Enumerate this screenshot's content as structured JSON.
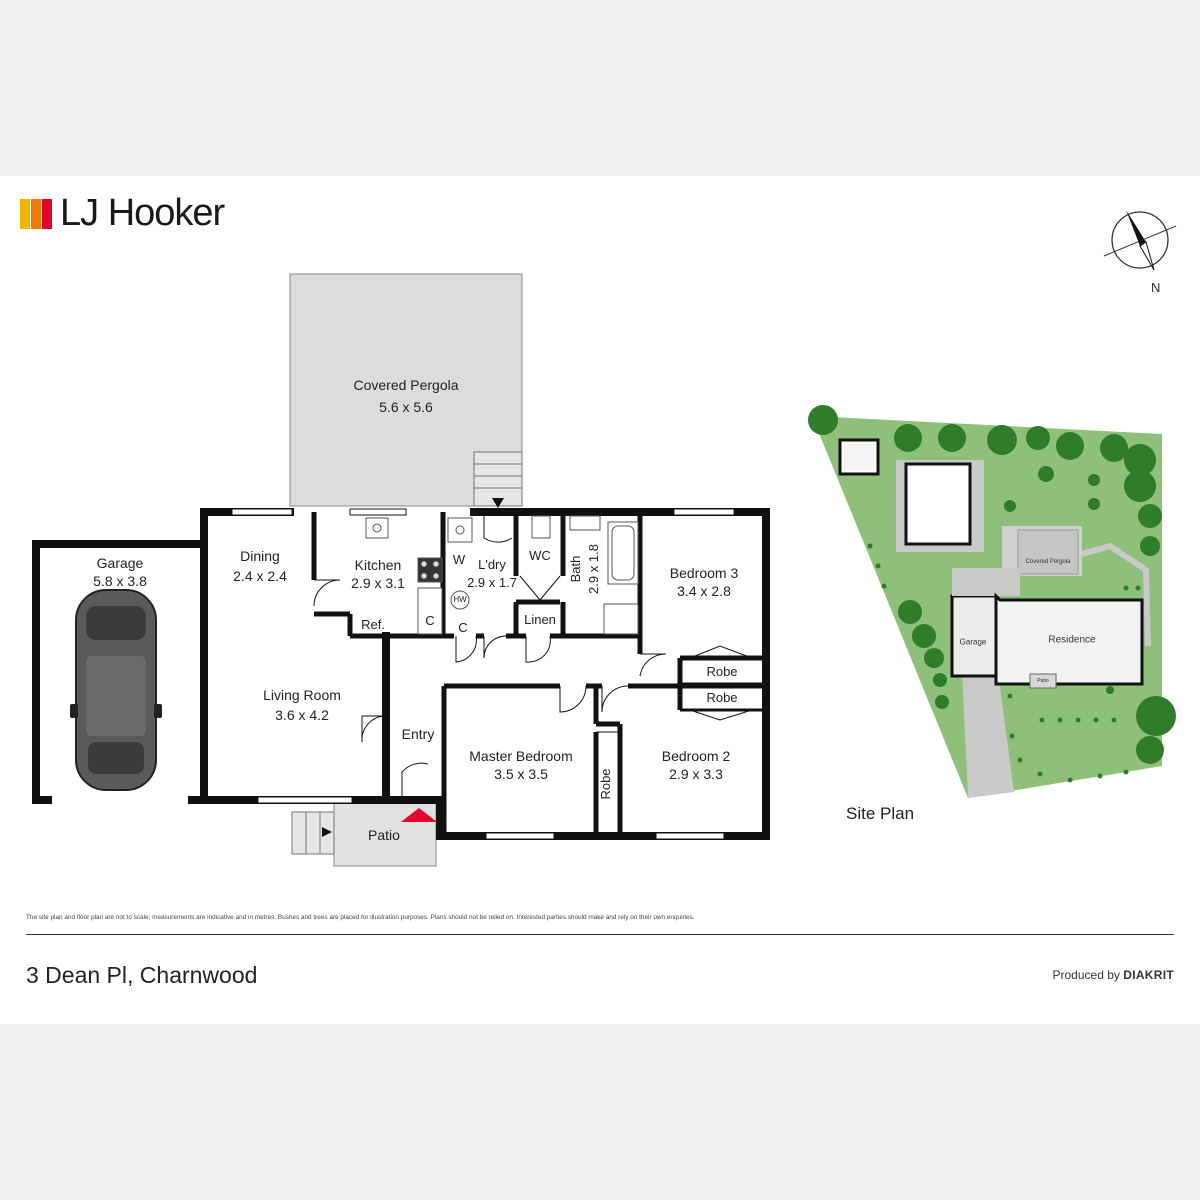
{
  "brand": {
    "name": "LJ Hooker",
    "colors": {
      "yellow": "#f6b300",
      "orange": "#f07d00",
      "red": "#e4032e"
    }
  },
  "compass": {
    "north_label": "N"
  },
  "floor_plan": {
    "rooms": {
      "covered_pergola": {
        "name": "Covered Pergola",
        "dims": "5.6 x 5.6"
      },
      "garage": {
        "name": "Garage",
        "dims": "5.8 x 3.8"
      },
      "dining": {
        "name": "Dining",
        "dims": "2.4 x 2.4"
      },
      "kitchen": {
        "name": "Kitchen",
        "dims": "2.9 x 3.1"
      },
      "laundry": {
        "name": "L'dry",
        "dims": "2.9 x 1.7"
      },
      "bath": {
        "name": "Bath",
        "dims": "2.9 x 1.8"
      },
      "bedroom3": {
        "name": "Bedroom 3",
        "dims": "3.4 x 2.8"
      },
      "living": {
        "name": "Living Room",
        "dims": "3.6 x 4.2"
      },
      "master": {
        "name": "Master Bedroom",
        "dims": "3.5 x 3.5"
      },
      "bedroom2": {
        "name": "Bedroom 2",
        "dims": "2.9 x 3.3"
      }
    },
    "small_labels": {
      "wc": "WC",
      "w": "W",
      "hw": "HW",
      "ref": "Ref.",
      "c1": "C",
      "c2": "C",
      "linen": "Linen",
      "robe1": "Robe",
      "robe2": "Robe",
      "robe3": "Robe",
      "entry": "Entry",
      "patio": "Patio"
    },
    "colors": {
      "wall": "#111111",
      "pergola": "#dcdcdc",
      "patio": "#e2e2e2",
      "entry_marker": "#e4032e"
    }
  },
  "site_plan": {
    "title": "Site Plan",
    "labels": {
      "covered_pergola": "Covered Pergola",
      "garage": "Garage",
      "residence": "Residence",
      "patio": "Patio"
    },
    "colors": {
      "lawn": "#8ec07a",
      "tree": "#2f7d2a",
      "paving": "#c9c9c9"
    }
  },
  "footer": {
    "disclaimer": "The site plan and floor plan are not to scale; measurements are indicative and in metres. Bushes and trees are placed for illustration purposes. Plans should not be relied on. Interested parties should make and rely on their own enquiries.",
    "address": "3 Dean Pl, Charnwood",
    "produced_by_prefix": "Produced by",
    "produced_by_brand": "DIAKRIT"
  }
}
